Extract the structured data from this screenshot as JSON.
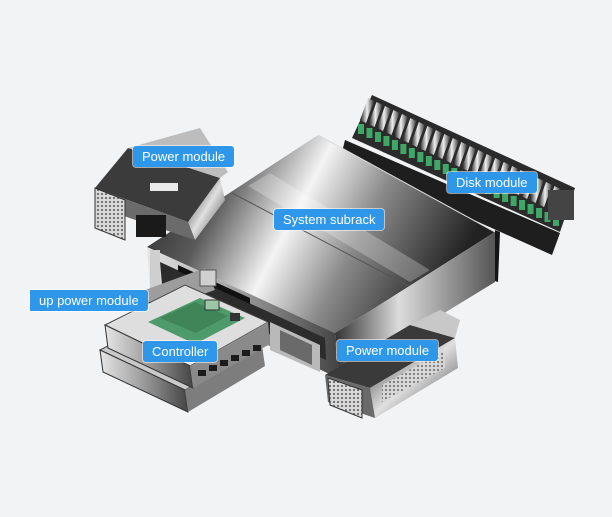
{
  "diagram": {
    "labels": {
      "power_module_top": "Power module",
      "disk_module": "Disk module",
      "system_subrack": "System subrack",
      "backup_power_module": "up power module",
      "controller": "Controller",
      "power_module_bottom": "Power module"
    },
    "colors": {
      "callout": "#2f97ea",
      "background": "#f2f3f5",
      "disk_green": "#3fa867",
      "board_green": "#4f9a6a"
    }
  }
}
